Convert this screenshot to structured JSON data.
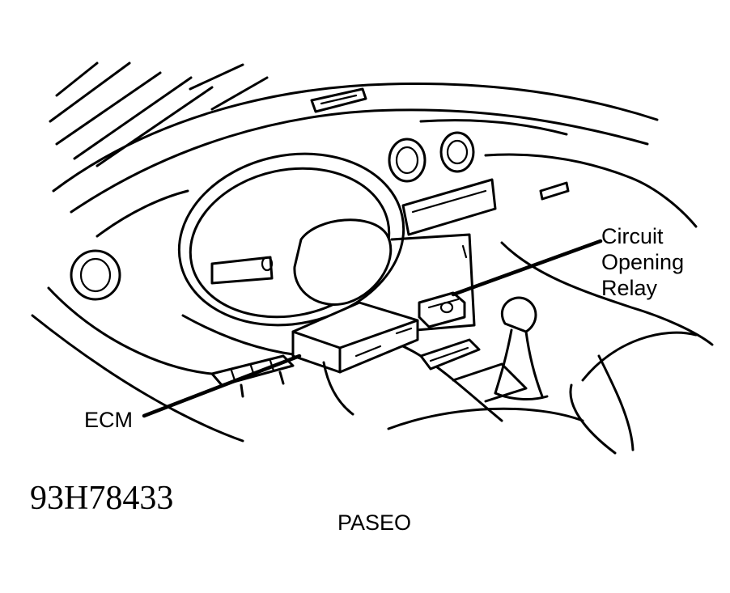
{
  "figure": {
    "callouts": {
      "relay_line1": "Circuit",
      "relay_line2": "Opening",
      "relay_line3": "Relay",
      "ecm": "ECM"
    },
    "figure_code": "93H78433",
    "model_caption": "PASEO"
  }
}
